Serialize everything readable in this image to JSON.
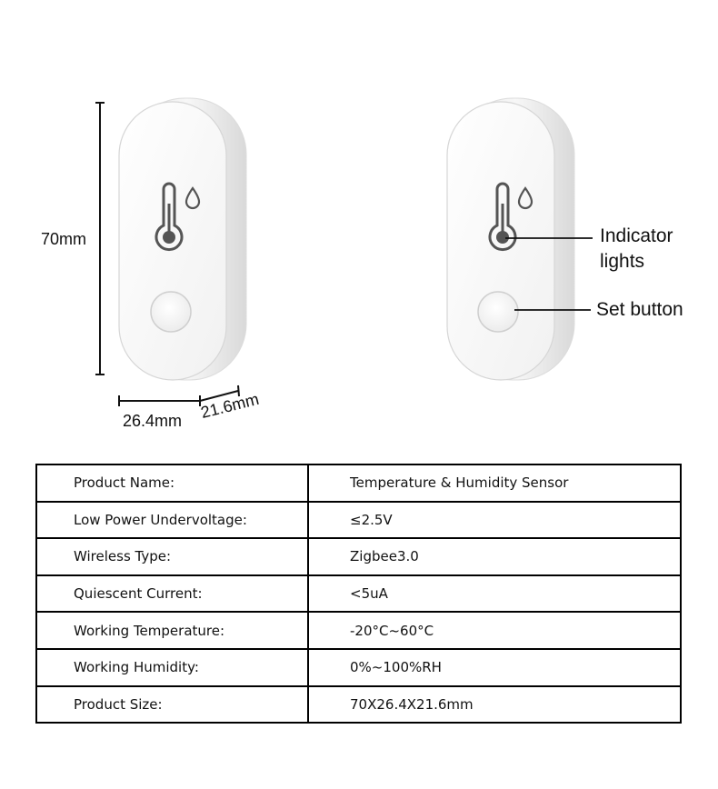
{
  "dimensions": {
    "height_label": "70mm",
    "width_label": "26.4mm",
    "depth_label": "21.6mm"
  },
  "callouts": {
    "indicator_line1": "Indicator",
    "indicator_line2": "lights",
    "set_button": "Set button"
  },
  "specs": [
    {
      "label": "Product Name:",
      "value": "Temperature & Humidity Sensor"
    },
    {
      "label": "Low Power Undervoltage:",
      "value": "≤2.5V"
    },
    {
      "label": "Wireless Type:",
      "value": "Zigbee3.0"
    },
    {
      "label": "Quiescent Current:",
      "value": "<5uA"
    },
    {
      "label": "Working Temperature:",
      "value": "-20°C~60°C"
    },
    {
      "label": "Working Humidity:",
      "value": "0%~100%RH"
    },
    {
      "label": "Product Size:",
      "value": "70X26.4X21.6mm"
    }
  ]
}
